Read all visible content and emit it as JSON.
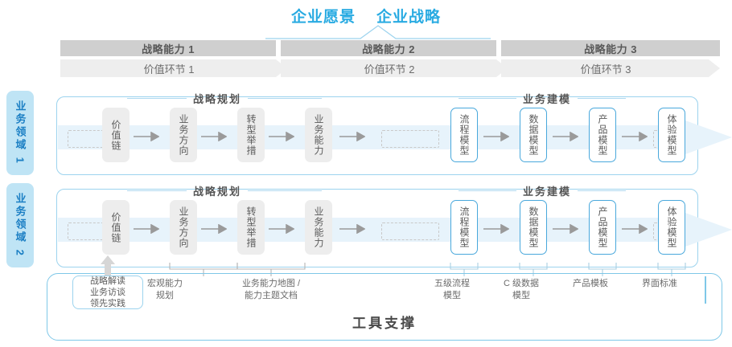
{
  "top": {
    "vision": "企业愿景",
    "strategy": "企业战略"
  },
  "capabilities": [
    {
      "label": "战略能力 1"
    },
    {
      "label": "战略能力 2"
    },
    {
      "label": "战略能力 3"
    }
  ],
  "value_chain": [
    {
      "label": "价值环节 1"
    },
    {
      "label": "价值环节 2"
    },
    {
      "label": "价值环节 3"
    }
  ],
  "domains": [
    {
      "tab": "业务领域 1"
    },
    {
      "tab": "业务领域 2"
    }
  ],
  "sections": {
    "planning": "战略规划",
    "modeling": "业务建模"
  },
  "nodes": {
    "planning": [
      {
        "label": "价值链"
      },
      {
        "label": "业务方向"
      },
      {
        "label": "转型举措"
      },
      {
        "label": "业务能力"
      }
    ],
    "modeling": [
      {
        "label": "流程模型"
      },
      {
        "label": "数据模型"
      },
      {
        "label": "产品模型"
      },
      {
        "label": "体验模型"
      }
    ]
  },
  "tools": {
    "title": "工具支撑",
    "pill": [
      "战略解读",
      "业务访谈",
      "领先实践"
    ],
    "labels": [
      {
        "line1": "宏观能力",
        "line2": "规划"
      },
      {
        "line1": "业务能力地图 /",
        "line2": "能力主题文档"
      },
      {
        "line1": "五级流程",
        "line2": "模型"
      },
      {
        "line1": "C 级数据",
        "line2": "模型"
      },
      {
        "line1": "产品模板",
        "line2": ""
      },
      {
        "line1": "界面标准",
        "line2": ""
      }
    ]
  },
  "colors": {
    "accent": "#29ABE2",
    "band_gray": "#cfcfcf",
    "chevron_gray": "#eeeeee",
    "node_gray": "#ededed",
    "node_blue_border": "#49A8DC",
    "tab_bg": "#BFE4F5",
    "tab_text": "#1B7FC4"
  }
}
